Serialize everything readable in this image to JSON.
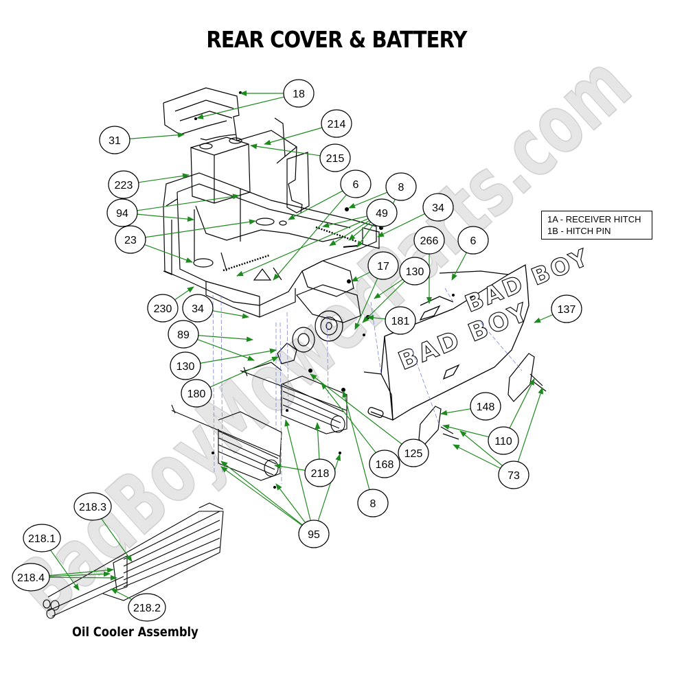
{
  "title": "REAR COVER & BATTERY",
  "subtitle": "Oil Cooler Assembly",
  "watermark": "BadBoyMowerParts.com",
  "legend": [
    "1A - RECEIVER HITCH",
    "1B - HITCH PIN"
  ],
  "colors": {
    "leader": "#1d8a1d",
    "outline": "#000000",
    "watermark": "#e6e6e6",
    "hidden_line": "#7a86d8"
  },
  "callouts": [
    "18",
    "31",
    "214",
    "215",
    "223",
    "94",
    "23",
    "6",
    "8",
    "49",
    "34",
    "266",
    "6",
    "17",
    "130",
    "181",
    "137",
    "230",
    "34",
    "89",
    "130",
    "180",
    "148",
    "110",
    "73",
    "218",
    "168",
    "125",
    "8",
    "95",
    "218.3",
    "218.1",
    "218.4",
    "218.2"
  ],
  "decals": [
    "BAD BOY",
    "BAD BOY"
  ]
}
